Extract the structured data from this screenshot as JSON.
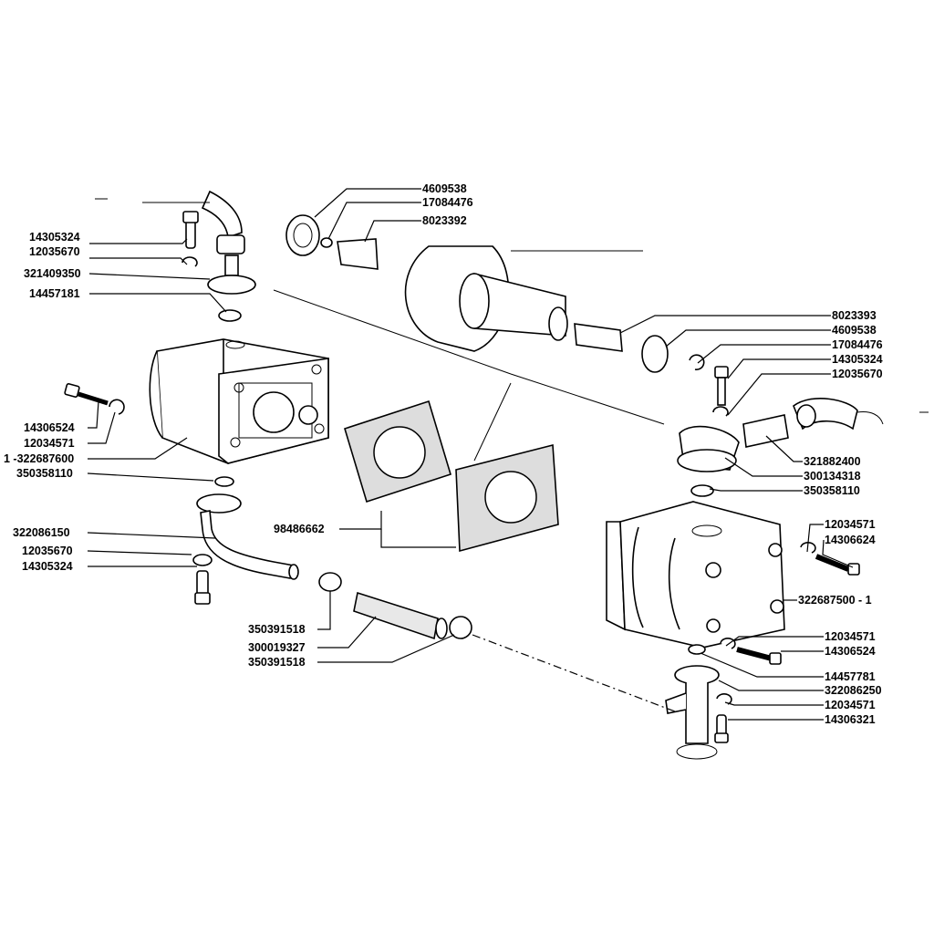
{
  "labels": {
    "l_4609538_top": "4609538",
    "l_17084476_top": "17084476",
    "l_8023392": "8023392",
    "l_8023393": "8023393",
    "l_4609538_right": "4609538",
    "l_17084476_right": "17084476",
    "l_14305324_right": "14305324",
    "l_12035670_right": "12035670",
    "l_321882400": "321882400",
    "l_300134318": "300134318",
    "l_350358110_right": "350358110",
    "l_12034571_r1": "12034571",
    "l_14306624": "14306624",
    "l_322687500": "322687500 - 1",
    "l_12034571_r2": "12034571",
    "l_14306524_right": "14306524",
    "l_14457781": "14457781",
    "l_322086250": "322086250",
    "l_12034571_r3": "12034571",
    "l_14306321": "14306321",
    "l_14305324_left": "14305324",
    "l_12035670_left": "12035670",
    "l_321409350": "321409350",
    "l_14457181": "14457181",
    "l_14306524_left": "14306524",
    "l_12034571_left": "12034571",
    "l_322687600": "1 -322687600",
    "l_350358110_left": "350358110",
    "l_322086150": "322086150",
    "l_12035670_left2": "12035670",
    "l_14305324_left2": "14305324",
    "l_98486662": "98486662",
    "l_350391518_a": "350391518",
    "l_300019327": "300019327",
    "l_350391518_b": "350391518"
  }
}
